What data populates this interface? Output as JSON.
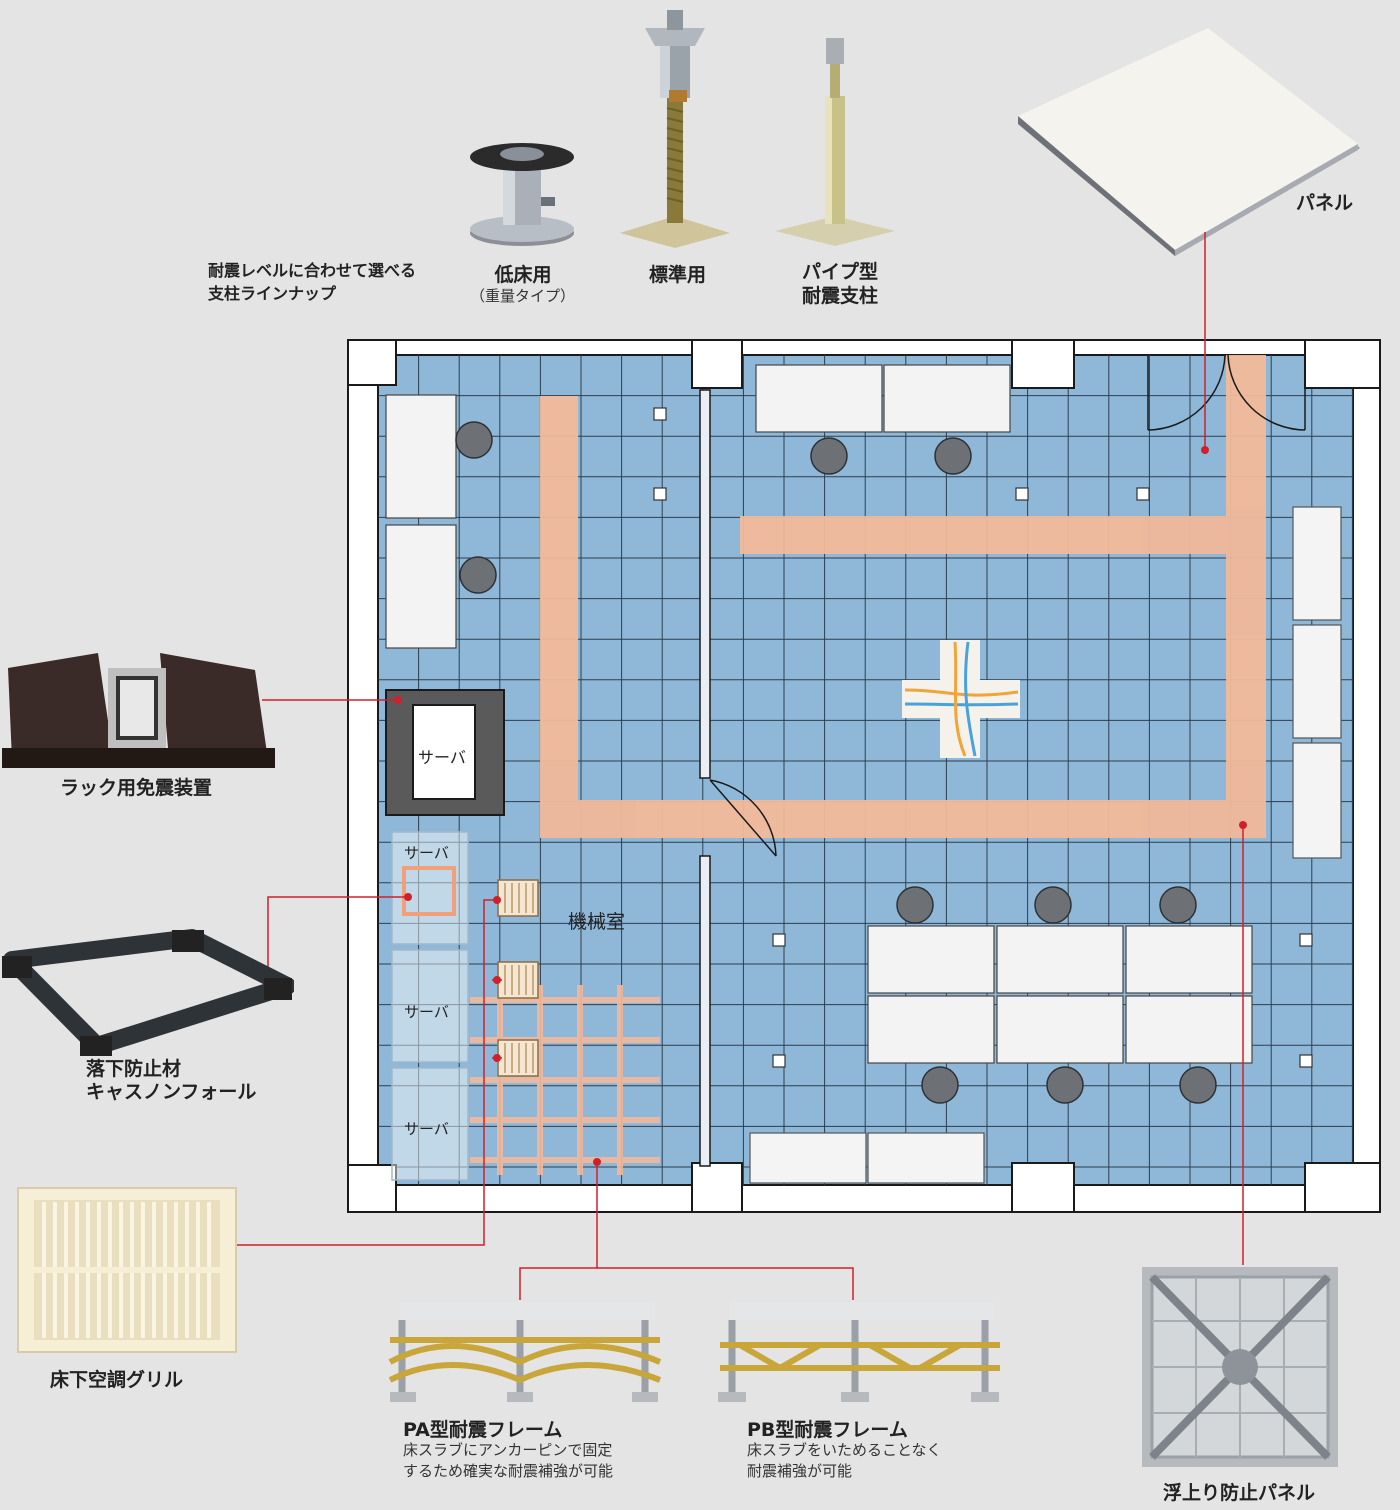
{
  "pedestal_intro": {
    "line1": "耐震レベルに合わせて選べる",
    "line2": "支柱ラインナップ"
  },
  "pedestals": [
    {
      "label": "低床用",
      "sub": "（重量タイプ）"
    },
    {
      "label": "標準用"
    },
    {
      "label_line1": "パイプ型",
      "label_line2": "耐震支柱"
    }
  ],
  "panel_label": "パネル",
  "rack_isolator_label": "ラック用免震装置",
  "fall_prevention": {
    "line1": "落下防止材",
    "line2": "キャスノンフォール"
  },
  "grille_label": "床下空調グリル",
  "pa_frame": {
    "title": "PA型耐震フレーム",
    "desc1": "床スラブにアンカーピンで固定",
    "desc2": "するため確実な耐震補強が可能"
  },
  "pb_frame": {
    "title": "PB型耐震フレーム",
    "desc1": "床スラブをいためることなく",
    "desc2": "耐震補強が可能"
  },
  "anti_float_label": "浮上り防止パネル",
  "floorplan": {
    "server_label": "サーバ",
    "machine_room_label": "機械室"
  },
  "colors": {
    "background": "#e4e4e4",
    "floor_tile": "#8fb8d8",
    "grid_line": "#2c3e50",
    "cable_path": "#f2b99a",
    "leader_line": "#d0202c",
    "wall": "#ffffff"
  }
}
